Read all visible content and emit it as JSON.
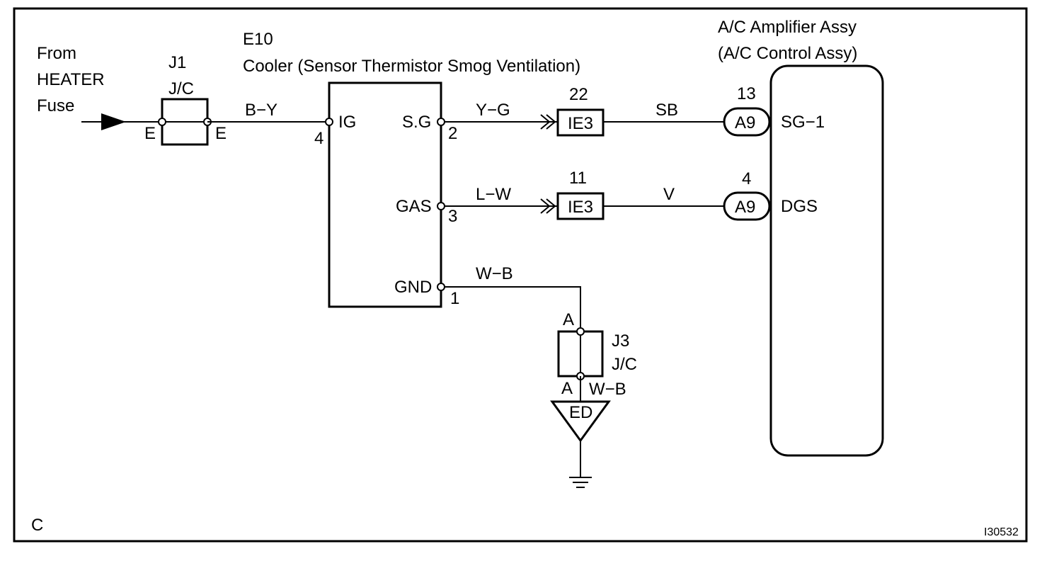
{
  "source": {
    "lines": [
      "From",
      "HEATER",
      "Fuse"
    ]
  },
  "j1": {
    "id": "J1",
    "type": "J/C",
    "pin_left": "E",
    "pin_right": "E"
  },
  "e10": {
    "id": "E10",
    "name": "Cooler (Sensor Thermistor Smog Ventilation)",
    "pins": {
      "ig": {
        "label": "IG",
        "num": "4"
      },
      "sg": {
        "label": "S.G",
        "num": "2"
      },
      "gas": {
        "label": "GAS",
        "num": "3"
      },
      "gnd": {
        "label": "GND",
        "num": "1"
      }
    }
  },
  "wires": {
    "by": "B−Y",
    "yg": "Y−G",
    "lw": "L−W",
    "wb": "W−B",
    "sb": "SB",
    "v": "V",
    "wb_lower": "W−B"
  },
  "connectors": {
    "ie3_top": {
      "label": "IE3",
      "pin": "22"
    },
    "ie3_bottom": {
      "label": "IE3",
      "pin": "11"
    },
    "a9_top": {
      "label": "A9",
      "pin": "13"
    },
    "a9_bottom": {
      "label": "A9",
      "pin": "4"
    }
  },
  "amplifier": {
    "title": "A/C Amplifier Assy",
    "subtitle": "(A/C Control Assy)",
    "pin_sg1": "SG−1",
    "pin_dgs": "DGS"
  },
  "j3": {
    "id": "J3",
    "type": "J/C",
    "pin_top": "A",
    "pin_bottom": "A"
  },
  "ground_point": "ED",
  "corner_label": "C",
  "figure_id": "I30532"
}
